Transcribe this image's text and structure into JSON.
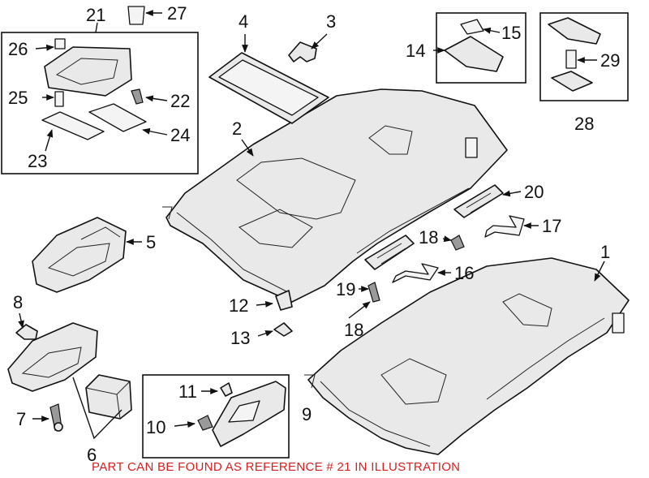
{
  "callouts": {
    "c1": "1",
    "c2": "2",
    "c3": "3",
    "c4": "4",
    "c5": "5",
    "c6": "6",
    "c7": "7",
    "c8": "8",
    "c9": "9",
    "c10": "10",
    "c11": "11",
    "c12": "12",
    "c13": "13",
    "c14": "14",
    "c15": "15",
    "c16": "16",
    "c17": "17",
    "c18a": "18",
    "c18b": "18",
    "c19": "19",
    "c20": "20",
    "c21": "21",
    "c22": "22",
    "c23": "23",
    "c24": "24",
    "c25": "25",
    "c26": "26",
    "c27": "27",
    "c28": "28",
    "c29": "29"
  },
  "footer_note": "PART CAN BE FOUND AS REFERENCE # 21 IN ILLUSTRATION",
  "colors": {
    "line": "#111111",
    "part_fill": "#e9e9e9",
    "footer": "#d71f1f"
  }
}
